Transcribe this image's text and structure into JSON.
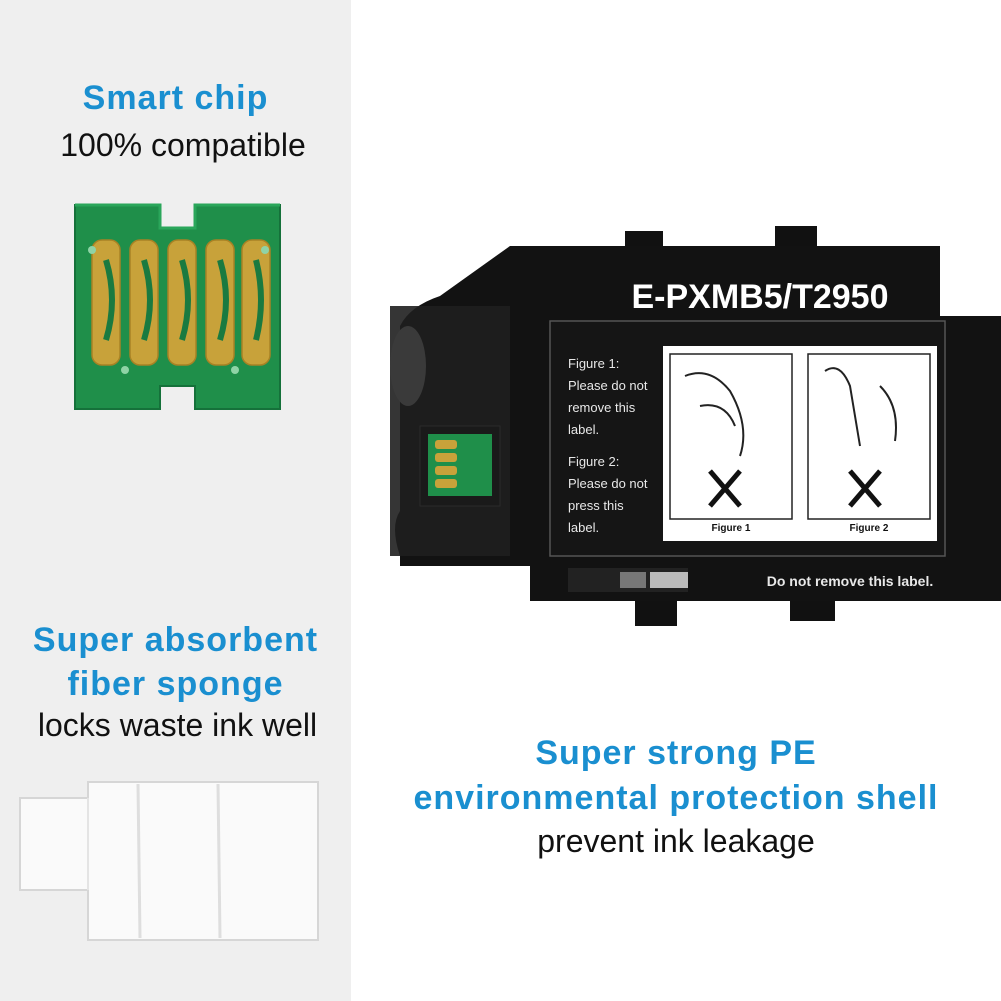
{
  "colors": {
    "accent_blue": "#1a8fd0",
    "left_panel_bg": "#efefef",
    "chip_green": "#1f8f4a",
    "chip_gold": "#c8a23a",
    "cartridge_black": "#111111"
  },
  "chip_feature": {
    "title": "Smart chip",
    "subtitle": "100% compatible"
  },
  "sponge_feature": {
    "title_line1": "Super absorbent",
    "title_line2": "fiber sponge",
    "subtitle": "locks waste ink well"
  },
  "shell_feature": {
    "title_line1": "Super strong PE",
    "title_line2": "environmental protection shell",
    "subtitle": "prevent ink leakage"
  },
  "cartridge": {
    "model": "E-PXMB5/T2950",
    "figure1_heading": "Figure 1:",
    "figure1_text": [
      "Please do not",
      "remove this",
      "label."
    ],
    "figure2_heading": "Figure 2:",
    "figure2_text": [
      "Please do not",
      "press this",
      "label."
    ],
    "figure1_caption": "Figure 1",
    "figure2_caption": "Figure 2",
    "footer_text": "Do not remove this label."
  }
}
